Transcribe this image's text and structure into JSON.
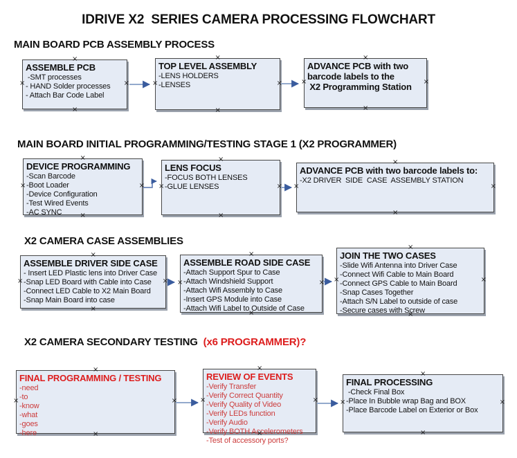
{
  "title": "IDRIVE X2  SERIES CAMERA PROCESSING FLOWCHART",
  "colors": {
    "box_fill": "#e5ebf5",
    "box_border": "#474747",
    "box_shadow": "#9aa1ac",
    "red_title": "#dd1d1d",
    "red_item": "#cc3b3b",
    "arrow_line": "#93a9cc",
    "arrow_head": "#3a5c9e",
    "text": "#111111"
  },
  "sections": [
    {
      "heading": "MAIN BOARD PCB ASSEMBLY PROCESS",
      "heading_suffix": "",
      "boxes": [
        {
          "title": "ASSEMBLE PCB",
          "items": [
            " -SMT processes",
            "- HAND Solder processes",
            "- Attach Bar Code Label"
          ]
        },
        {
          "title": "TOP LEVEL ASSEMBLY",
          "items": [
            "-LENS HOLDERS",
            "-LENSES"
          ]
        },
        {
          "title": "ADVANCE PCB with two\nbarcode labels to the\n X2 Programming Station",
          "items": []
        }
      ]
    },
    {
      "heading": "MAIN BOARD INITIAL PROGRAMMING/TESTING STAGE 1 (X2 PROGRAMMER)",
      "heading_suffix": "",
      "boxes": [
        {
          "title": "DEVICE PROGRAMMING",
          "items": [
            "-Scan Barcode",
            "-Boot Loader",
            "-Device Configuration",
            "-Test Wired Events",
            "-AC SYNC"
          ]
        },
        {
          "title": "LENS FOCUS",
          "items": [
            "-FOCUS BOTH LENSES",
            "-GLUE LENSES"
          ]
        },
        {
          "title": "ADVANCE PCB with two barcode labels to:",
          "items": [
            "-X2 DRIVER  SIDE  CASE  ASSEMBLY STATION"
          ]
        }
      ]
    },
    {
      "heading": "X2 CAMERA CASE ASSEMBLIES",
      "heading_suffix": "",
      "boxes": [
        {
          "title": "ASSEMBLE DRIVER SIDE CASE",
          "items": [
            "- Insert LED Plastic lens into Driver Case",
            "-Snap LED Board with Cable into Case",
            "-Connect LED Cable to X2 Main Board",
            "-Snap Main Board into case"
          ]
        },
        {
          "title": "ASSEMBLE ROAD SIDE CASE",
          "items": [
            "-Attach Support Spur to Case",
            "-Attach Windshield Support",
            "-Attach Wifi Assembly to Case",
            "-Insert GPS Module into Case",
            "-Attach Wifi Label to Outside of Case"
          ]
        },
        {
          "title": "JOIN THE TWO CASES",
          "items": [
            "-Slide Wifi Antenna into Driver Case",
            "-Connect Wifi Cable to Main Board",
            "-Connect GPS Cable to Main Board",
            "-Snap Cases Together",
            "-Attach S/N Label to outside of case",
            "-Secure cases with Screw"
          ]
        }
      ]
    },
    {
      "heading": "X2 CAMERA SECONDARY TESTING",
      "heading_suffix": "  (x6 PROGRAMMER)?",
      "boxes": [
        {
          "title": "FINAL PROGRAMMING / TESTING",
          "items": [
            "-need",
            "-to",
            "-know",
            "-what",
            "-goes",
            "-here"
          ]
        },
        {
          "title": "REVIEW OF EVENTS",
          "items": [
            "-Verify Transfer",
            "-Verify Correct Quantity",
            "-Verify Quality of Video",
            "-Verify LEDs function",
            "-Verify Audio",
            "-Verify BOTH Accelerometers",
            "-Test of accessory ports?"
          ]
        },
        {
          "title": "FINAL PROCESSING",
          "items": [
            " -Check Final Box",
            "-Place In Bubble wrap Bag and BOX",
            "-Place Barcode Label on Exterior or Box"
          ]
        }
      ]
    }
  ]
}
